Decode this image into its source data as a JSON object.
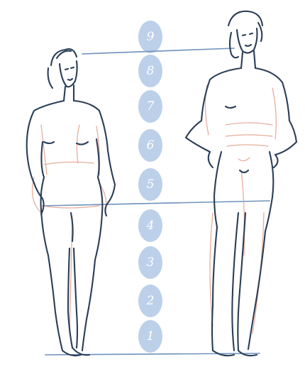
{
  "scale": {
    "labels": [
      "9",
      "8",
      "7",
      "6",
      "5",
      "4",
      "3",
      "2",
      "1"
    ]
  },
  "colors": {
    "outline": "#2b3e57",
    "accent": "#e2a08c",
    "scale_blob": "#bcd0ea",
    "guide_line": "#6e92bb",
    "scale_text": "#ffffff"
  }
}
